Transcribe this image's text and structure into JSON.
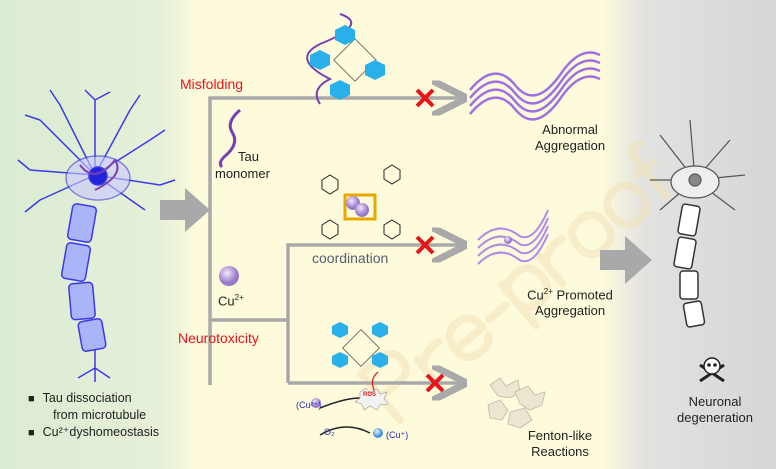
{
  "colors": {
    "left_panel": "#e3efd9",
    "middle_panel": "#fefbdc",
    "right_panel": "#dcdcdc",
    "arrow": "#a9a9a9",
    "label_red": "#e8141a",
    "tau": "#7a3fb3",
    "neuron": "#3a3ae8",
    "block": "#e8141a"
  },
  "labels": {
    "misfolding": "Misfolding",
    "tau_monomer_1": "Tau",
    "tau_monomer_2": "monomer",
    "cu": "Cu",
    "cu_sup": "2+",
    "neurotoxicity": "Neurotoxicity",
    "coordination": "coordination",
    "abnormal_1": "Abnormal",
    "abnormal_2": "Aggregation",
    "cu_promoted_1_sup": "2+",
    "cu_promoted_1": "Promoted",
    "cu_promoted_2": "Aggregation",
    "fenton_1": "Fenton-like",
    "fenton_2": "Reactions",
    "neuronal_1": "Neuronal",
    "neuronal_2": "degeneration",
    "ros": "ROS",
    "cu2_paren": "(Cu²⁺)",
    "cu1_paren": "(Cu⁺)",
    "o2": "O₂",
    "watermark": "Pre-proof"
  },
  "bullets": [
    "Tau dissociation",
    "from microtubule",
    "Cu²⁺dyshomeostasis"
  ],
  "icons": [
    "neuron-healthy",
    "neuron-degenerated",
    "skull-crossbones-icon",
    "block-x-icon",
    "tau-strand",
    "copper-ion",
    "molecule-chelator",
    "fibril-aggregate",
    "ros-burst"
  ]
}
